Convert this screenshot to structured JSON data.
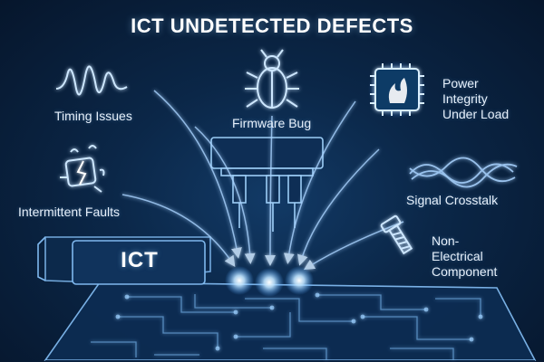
{
  "title": "ICT UNDETECTED DEFECTS",
  "center_label": "ICT",
  "defects": {
    "timing": "Timing Issues",
    "firmware": "Firmware Bug",
    "power": [
      "Power",
      "Integrity",
      "Under Load"
    ],
    "intermittent": "Intermittent Faults",
    "crosstalk": "Signal Crosstalk",
    "non_electrical": [
      "Non-",
      "Electrical",
      "Component"
    ]
  },
  "icons": {
    "timing": "waveform-icon",
    "firmware": "bug-icon",
    "power": "hot-chip-icon",
    "intermittent": "cracked-component-icon",
    "crosstalk": "tangled-signal-icon",
    "non_electrical": "screw-icon"
  },
  "colors": {
    "background": "#0b2748",
    "glow": "#9fd4ff",
    "line": "#a9d3ff",
    "text": "#e6f0fb"
  }
}
